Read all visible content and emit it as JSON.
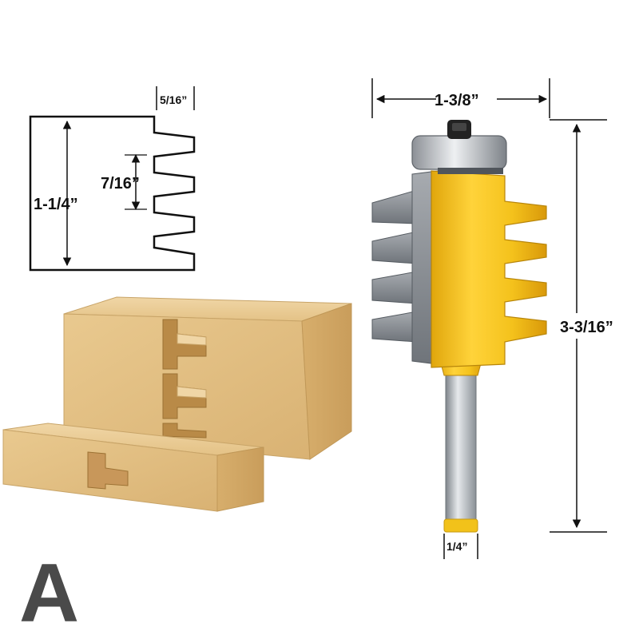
{
  "dimensions": {
    "profile_depth": "5/16”",
    "finger_pitch": "7/16”",
    "profile_height": "1-1/4”",
    "cutting_diameter": "1-3/8”",
    "overall_length": "3-3/16”",
    "shank_diameter": "1/4”"
  },
  "corner_letter": "A",
  "colors": {
    "bit_yellow": "#f2c21a",
    "wood": "#e6c48c",
    "steel": "#9aa0a6",
    "line": "#111111"
  }
}
